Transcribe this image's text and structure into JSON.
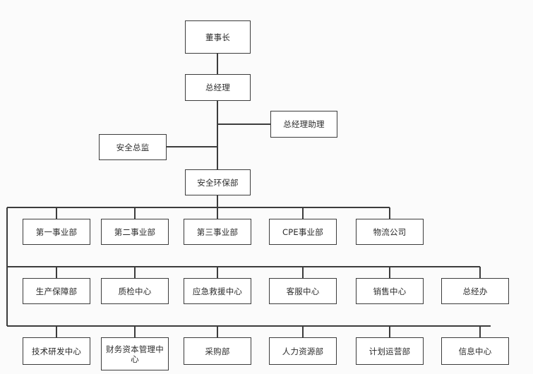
{
  "diagram": {
    "type": "organization-chart",
    "background_color": "#fbfbfb",
    "box_fill_color": "#ffffff",
    "box_border_color": "#3c3c3c",
    "connector_color": "#3c3c3c",
    "text_color": "#2b2b2b",
    "levels": [
      {
        "level": 1,
        "nodes": [
          {
            "id": "chairman",
            "label": "董事长"
          }
        ]
      },
      {
        "level": 2,
        "nodes": [
          {
            "id": "general-manager",
            "label": "总经理"
          }
        ]
      },
      {
        "level": 3,
        "nodes": [
          {
            "id": "gm-assistant",
            "label": "总经理助理"
          },
          {
            "id": "safety-director",
            "label": "安全总监"
          }
        ]
      },
      {
        "level": 4,
        "nodes": [
          {
            "id": "safety-env-dept",
            "label": "安全环保部"
          }
        ]
      },
      {
        "level": 5,
        "nodes": [
          {
            "id": "division-1",
            "label": "第一事业部"
          },
          {
            "id": "division-2",
            "label": "第二事业部"
          },
          {
            "id": "division-3",
            "label": "第三事业部"
          },
          {
            "id": "division-cpe",
            "label": "CPE事业部"
          },
          {
            "id": "logistics-company",
            "label": "物流公司"
          }
        ]
      },
      {
        "level": 6,
        "nodes": [
          {
            "id": "production-support",
            "label": "生产保障部"
          },
          {
            "id": "quality-inspection",
            "label": "质检中心"
          },
          {
            "id": "emergency-rescue",
            "label": "应急救援中心"
          },
          {
            "id": "customer-service",
            "label": "客服中心"
          },
          {
            "id": "sales-center",
            "label": "销售中心"
          },
          {
            "id": "gm-office",
            "label": "总经办"
          }
        ]
      },
      {
        "level": 7,
        "nodes": [
          {
            "id": "tech-rd-center",
            "label": "技术研发中心"
          },
          {
            "id": "finance-capital-mgmt",
            "label": "财务资本管理中心"
          },
          {
            "id": "procurement",
            "label": "采购部"
          },
          {
            "id": "human-resources",
            "label": "人力资源部"
          },
          {
            "id": "planning-operations",
            "label": "计划运营部"
          },
          {
            "id": "information-center",
            "label": "信息中心"
          }
        ]
      }
    ]
  }
}
